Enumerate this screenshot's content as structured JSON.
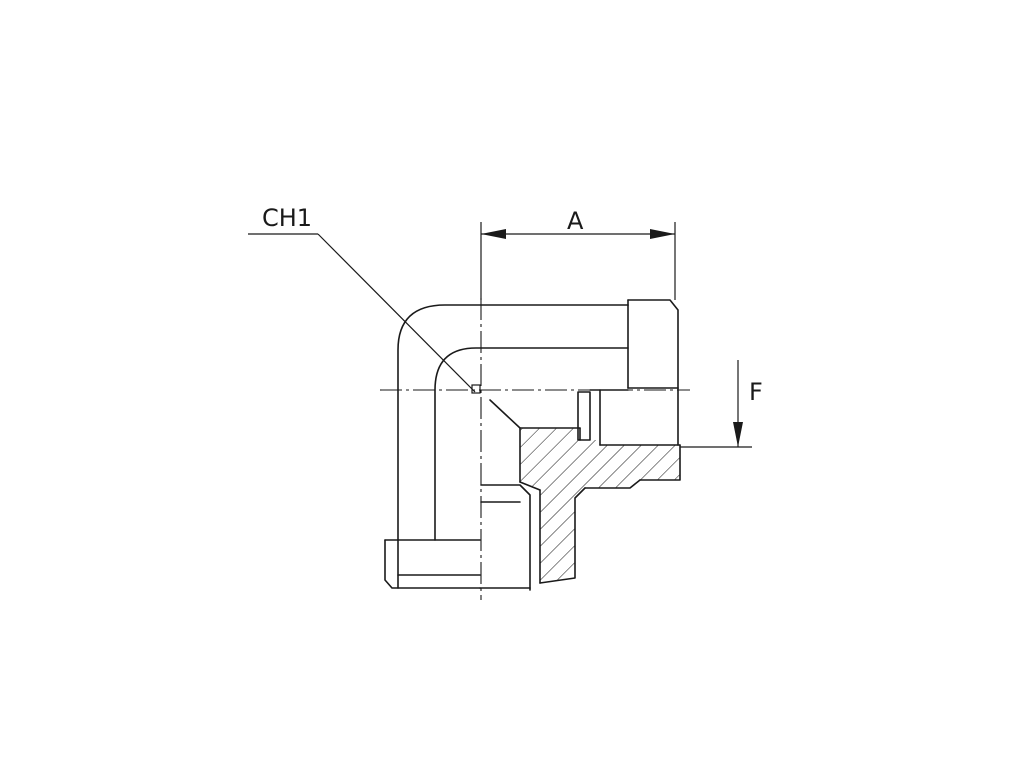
{
  "labels": {
    "ch1": "CH1",
    "a": "A",
    "f": "F"
  },
  "colors": {
    "line": "#1a1a1a",
    "background": "#ffffff"
  }
}
